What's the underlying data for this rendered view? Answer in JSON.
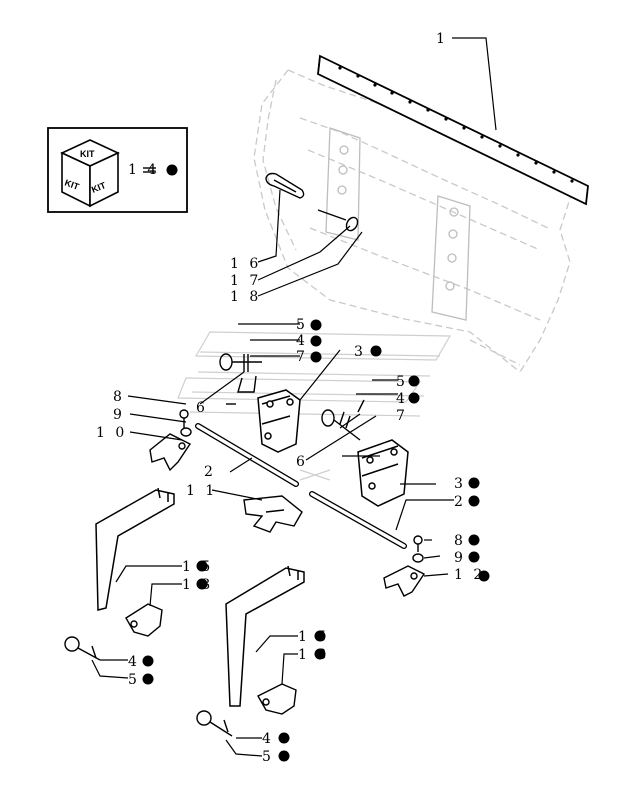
{
  "diagram": {
    "kit_box": {
      "icon": "kit-cube-icon",
      "cube_top": "KIT",
      "cube_left": "KIT",
      "cube_right": "KIT",
      "ref": "1 4"
    },
    "callouts": [
      {
        "id": "c1",
        "text": "1"
      },
      {
        "id": "c16",
        "text": "1 6"
      },
      {
        "id": "c17",
        "text": "1 7"
      },
      {
        "id": "c18",
        "text": "1 8"
      },
      {
        "id": "c5a",
        "text": "5"
      },
      {
        "id": "c4a",
        "text": "4"
      },
      {
        "id": "c7a",
        "text": "7"
      },
      {
        "id": "c3a",
        "text": "3"
      },
      {
        "id": "c8a",
        "text": "8"
      },
      {
        "id": "c9a",
        "text": "9"
      },
      {
        "id": "c10",
        "text": "1 0"
      },
      {
        "id": "c6a",
        "text": "6"
      },
      {
        "id": "c5b",
        "text": "5"
      },
      {
        "id": "c4b",
        "text": "4"
      },
      {
        "id": "c7b",
        "text": "7"
      },
      {
        "id": "c6b",
        "text": "6"
      },
      {
        "id": "c2a",
        "text": "2"
      },
      {
        "id": "c11",
        "text": "1 1"
      },
      {
        "id": "c3b",
        "text": "3"
      },
      {
        "id": "c2b",
        "text": "2"
      },
      {
        "id": "c8b",
        "text": "8"
      },
      {
        "id": "c9b",
        "text": "9"
      },
      {
        "id": "c12",
        "text": "1 2"
      },
      {
        "id": "c15a",
        "text": "1 5"
      },
      {
        "id": "c13a",
        "text": "1 3"
      },
      {
        "id": "c4c",
        "text": "4"
      },
      {
        "id": "c5c",
        "text": "5"
      },
      {
        "id": "c15b",
        "text": "1 5"
      },
      {
        "id": "c13b",
        "text": "1 3"
      },
      {
        "id": "c4d",
        "text": "4"
      },
      {
        "id": "c5d",
        "text": "5"
      }
    ]
  }
}
